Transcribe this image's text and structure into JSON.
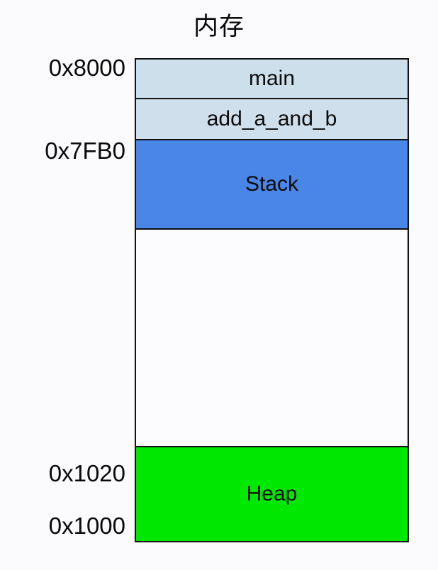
{
  "diagram": {
    "title": "内存",
    "type": "memory-layout",
    "colors": {
      "background": "#fbfafc",
      "code_block": "#cedfec",
      "stack": "#4a86e8",
      "free": "#fcfbfd",
      "heap": "#00e800",
      "outline": "#111111",
      "text": "#0a0a0a"
    },
    "column": {
      "blocks": [
        {
          "label": "main",
          "region": "code",
          "fill": "#cedfec"
        },
        {
          "label": "add_a_and_b",
          "region": "code",
          "fill": "#cedfec"
        },
        {
          "label": "Stack",
          "region": "stack",
          "fill": "#4a86e8"
        },
        {
          "label": "",
          "region": "free",
          "fill": "#fcfbfd"
        },
        {
          "label": "Heap",
          "region": "heap",
          "fill": "#00e800"
        }
      ]
    },
    "address_labels": [
      {
        "text": "0x8000",
        "aligns_to": "top-of-main"
      },
      {
        "text": "0x7FB0",
        "aligns_to": "top-of-stack"
      },
      {
        "text": "0x1020",
        "aligns_to": "top-of-heap"
      },
      {
        "text": "0x1000",
        "aligns_to": "bottom-of-heap"
      }
    ]
  }
}
